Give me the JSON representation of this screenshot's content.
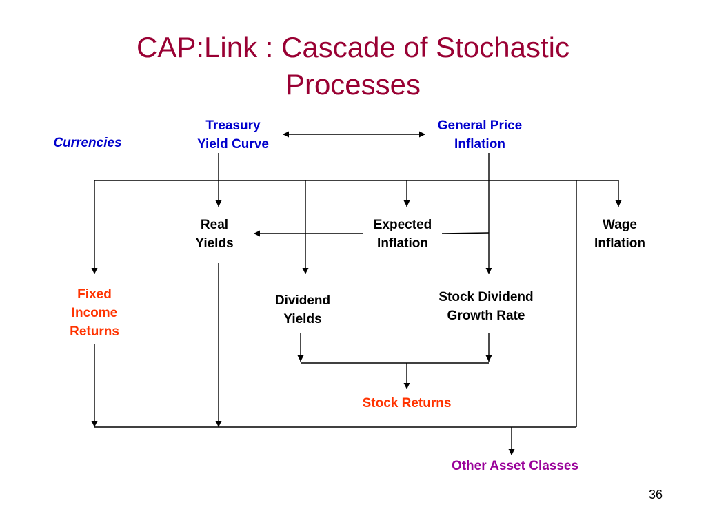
{
  "title": {
    "line1": "CAP:Link : Cascade of Stochastic",
    "line2": "Processes"
  },
  "nodes": {
    "treasury": [
      "Treasury",
      "Yield Curve"
    ],
    "price_inflation": [
      "General Price",
      "Inflation"
    ],
    "currencies": "Currencies",
    "real_yields": [
      "Real",
      "Yields"
    ],
    "expected_inflation": [
      "Expected",
      "Inflation"
    ],
    "wage_inflation": [
      "Wage",
      "Inflation"
    ],
    "fixed_income": [
      "Fixed",
      "Income",
      "Returns"
    ],
    "dividend_yields": [
      "Dividend",
      "Yields"
    ],
    "dividend_growth": [
      "Stock Dividend",
      "Growth Rate"
    ],
    "stock_returns": "Stock Returns",
    "other_assets": "Other Asset Classes"
  },
  "colors": {
    "title": "#990033",
    "driver": "#0000cc",
    "intermediate": "#000000",
    "return": "#ff3300",
    "other": "#990099"
  },
  "page_number": "36"
}
